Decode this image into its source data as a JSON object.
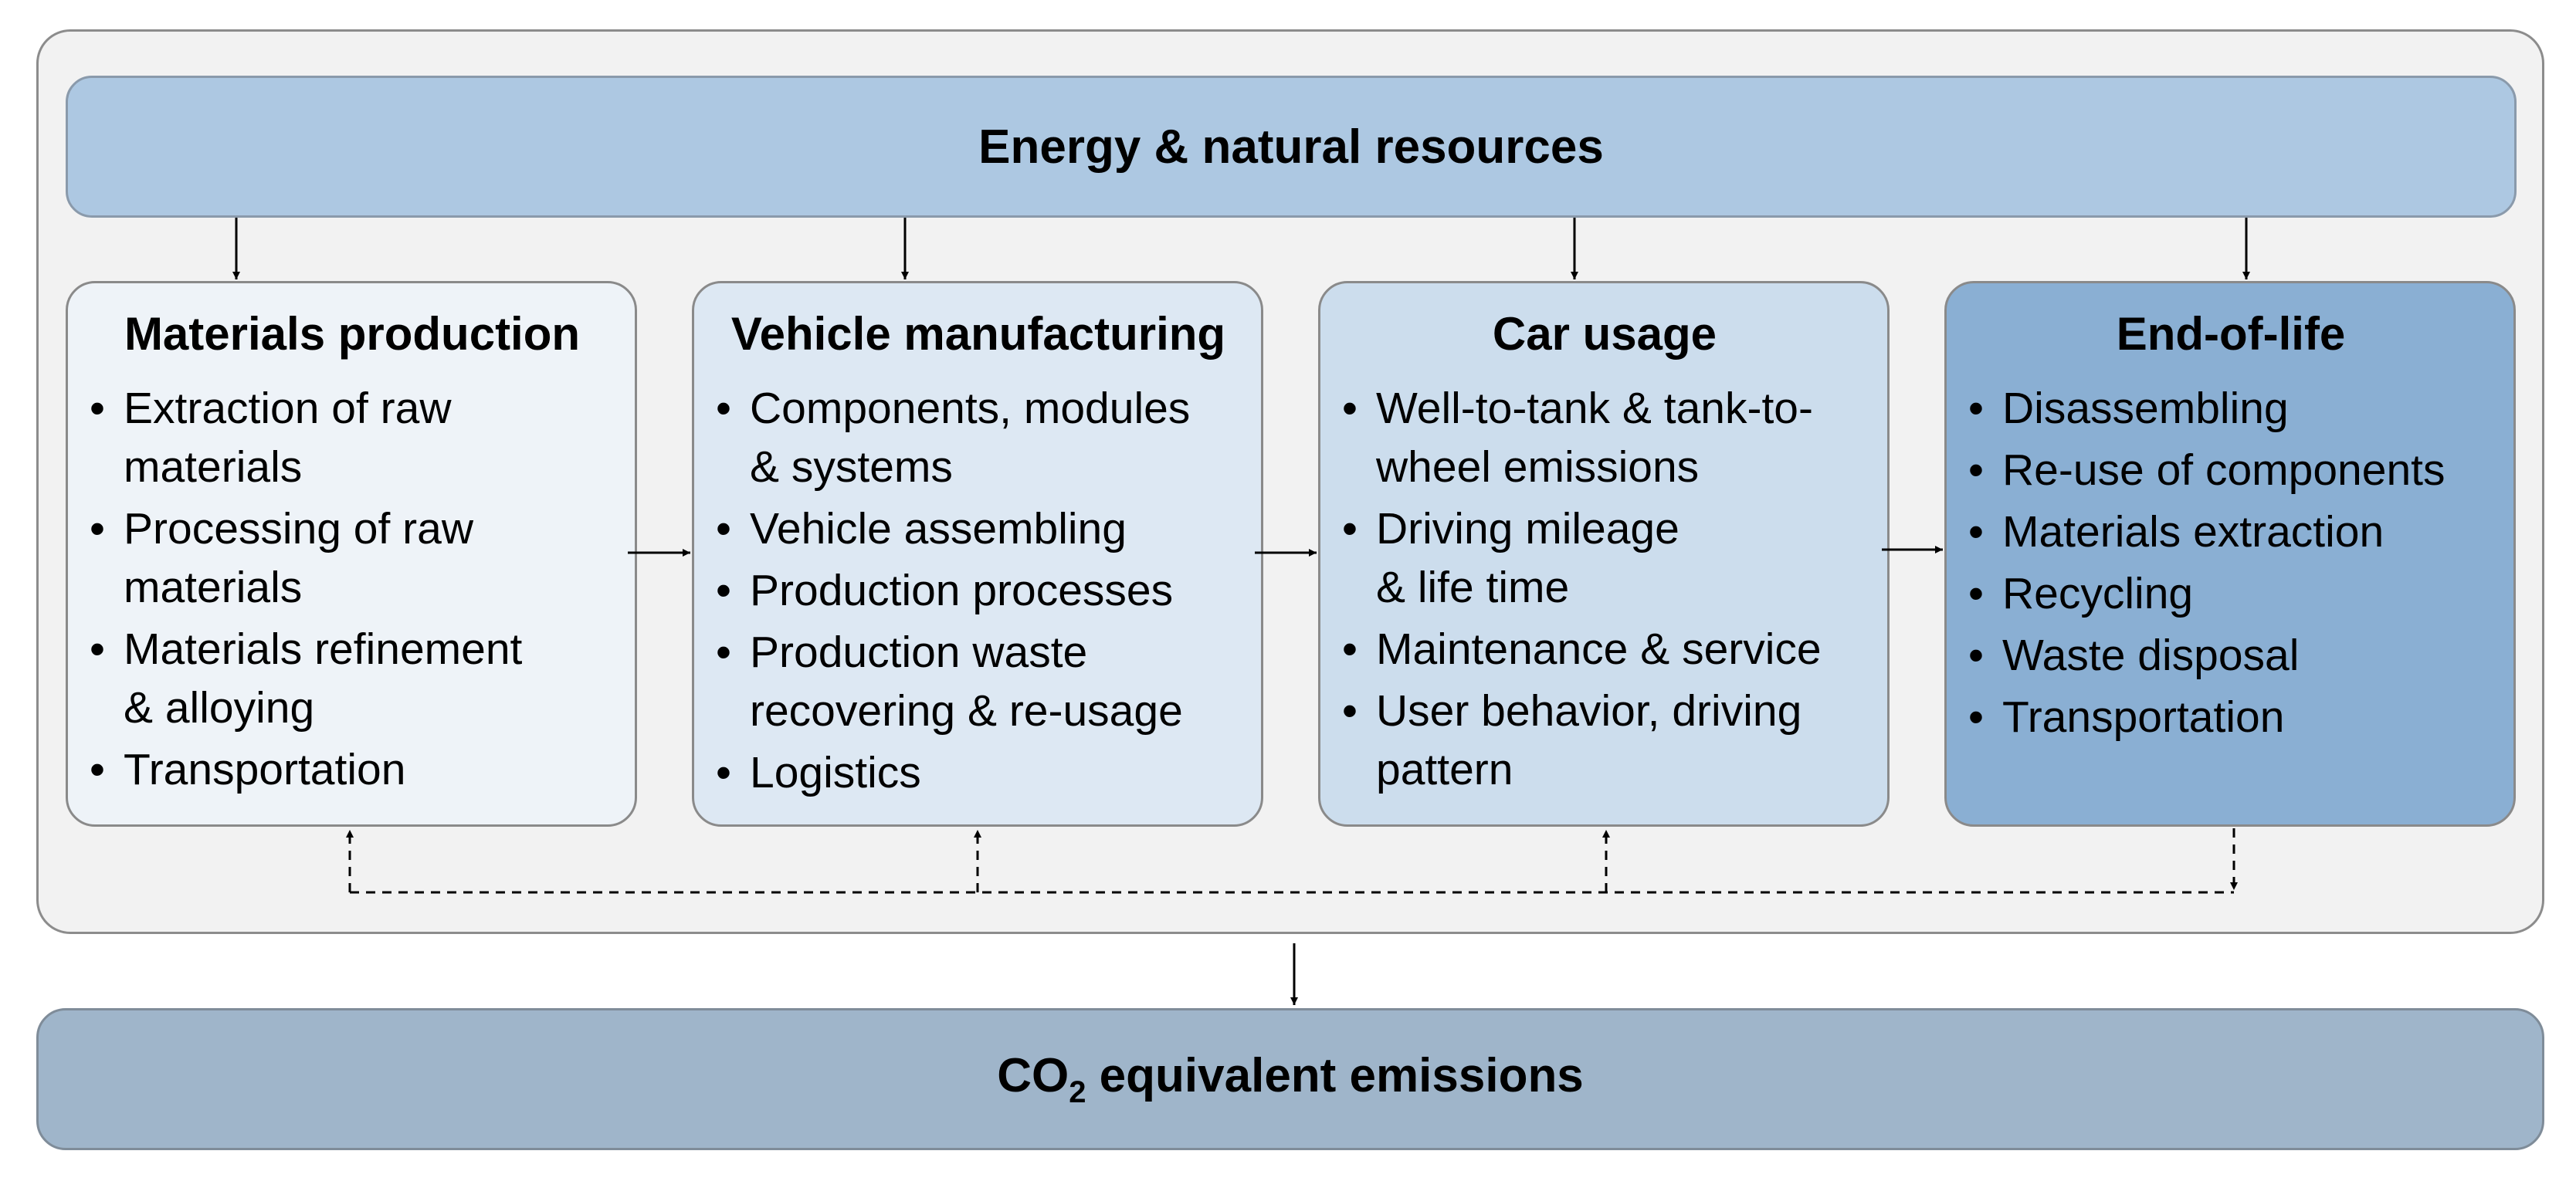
{
  "diagram": {
    "top_bar": {
      "label": "Energy & natural resources"
    },
    "stages": [
      {
        "title": "Materials production",
        "items": [
          "Extraction of raw\nmaterials",
          "Processing of raw\nmaterials",
          "Materials refinement\n& alloying",
          "Transportation"
        ]
      },
      {
        "title": "Vehicle manufacturing",
        "items": [
          "Components, modules\n& systems",
          "Vehicle assembling",
          "Production processes",
          "Production waste\nrecovering & re-usage",
          "Logistics"
        ]
      },
      {
        "title": "Car usage",
        "items": [
          "Well-to-tank & tank-to-\nwheel emissions",
          "Driving mileage\n& life time",
          "Maintenance & service",
          "User behavior, driving\npattern"
        ]
      },
      {
        "title": "End-of-life",
        "items": [
          "Disassembling",
          "Re-use of components",
          "Materials extraction",
          "Recycling",
          "Waste disposal",
          "Transportation"
        ]
      }
    ],
    "bottom_bar": {
      "label_prefix": "CO",
      "label_subscript": "2",
      "label_suffix": " equivalent emissions"
    },
    "colors": {
      "frame_background": "#f2f2f2",
      "top_bar": "#adc8e2",
      "stage_1": "#eef3f8",
      "stage_2": "#dde8f3",
      "stage_3": "#ccdded",
      "stage_4": "#8aafd3",
      "bottom_bar": "#9fb5ca"
    }
  }
}
